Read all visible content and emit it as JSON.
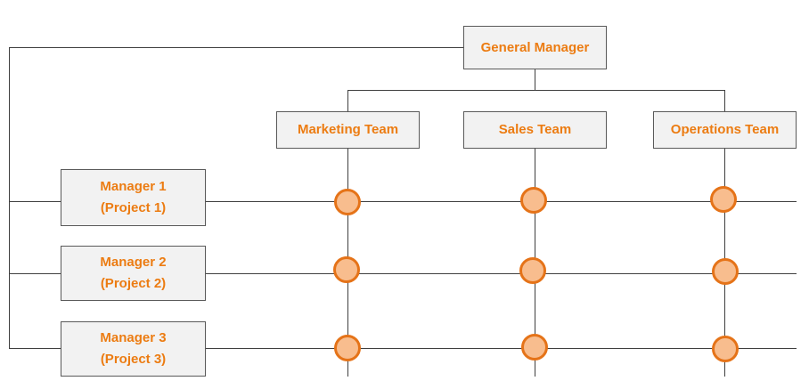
{
  "colors": {
    "text": "#ec7c12",
    "node_fill": "#f8bd8e",
    "node_border": "#e57318",
    "box_fill": "#f2f2f2",
    "box_border": "#595959",
    "line": "#3f3f3f"
  },
  "top": {
    "title": "General Manager"
  },
  "teams": [
    {
      "label": "Marketing Team"
    },
    {
      "label": "Sales Team"
    },
    {
      "label": "Operations Team"
    }
  ],
  "managers": [
    {
      "line1": "Manager 1",
      "line2": "(Project 1)"
    },
    {
      "line1": "Manager 2",
      "line2": "(Project 2)"
    },
    {
      "line1": "Manager 3",
      "line2": "(Project 3)"
    }
  ]
}
